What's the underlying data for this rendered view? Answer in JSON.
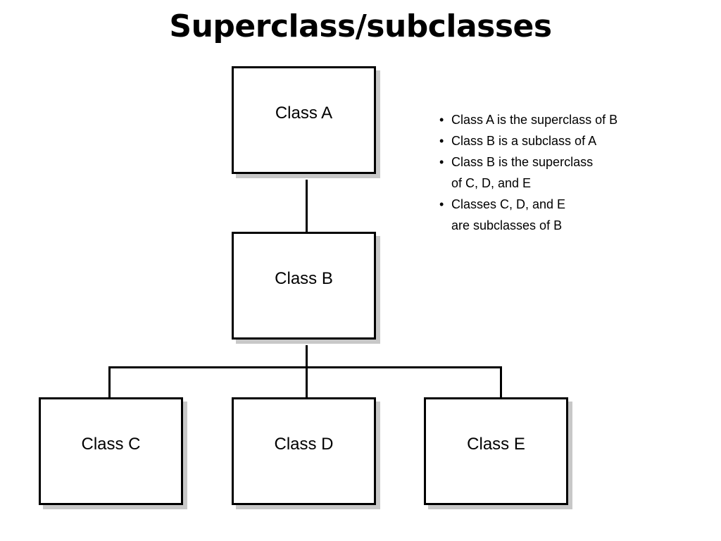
{
  "title": "Superclass/subclasses",
  "classes": {
    "a": "Class A",
    "b": "Class B",
    "c": "Class C",
    "d": "Class D",
    "e": "Class E"
  },
  "notes": {
    "bullet": "•",
    "items": [
      {
        "lines": [
          "Class A is the superclass of B"
        ]
      },
      {
        "lines": [
          "Class B is a subclass of A"
        ]
      },
      {
        "lines": [
          "Class B is the superclass",
          "of C, D, and E"
        ]
      },
      {
        "lines": [
          "Classes C, D, and E",
          "are subclasses of B"
        ]
      }
    ]
  },
  "colors": {
    "border": "#000000",
    "shadow": "#c8c8c8",
    "background": "#ffffff"
  }
}
